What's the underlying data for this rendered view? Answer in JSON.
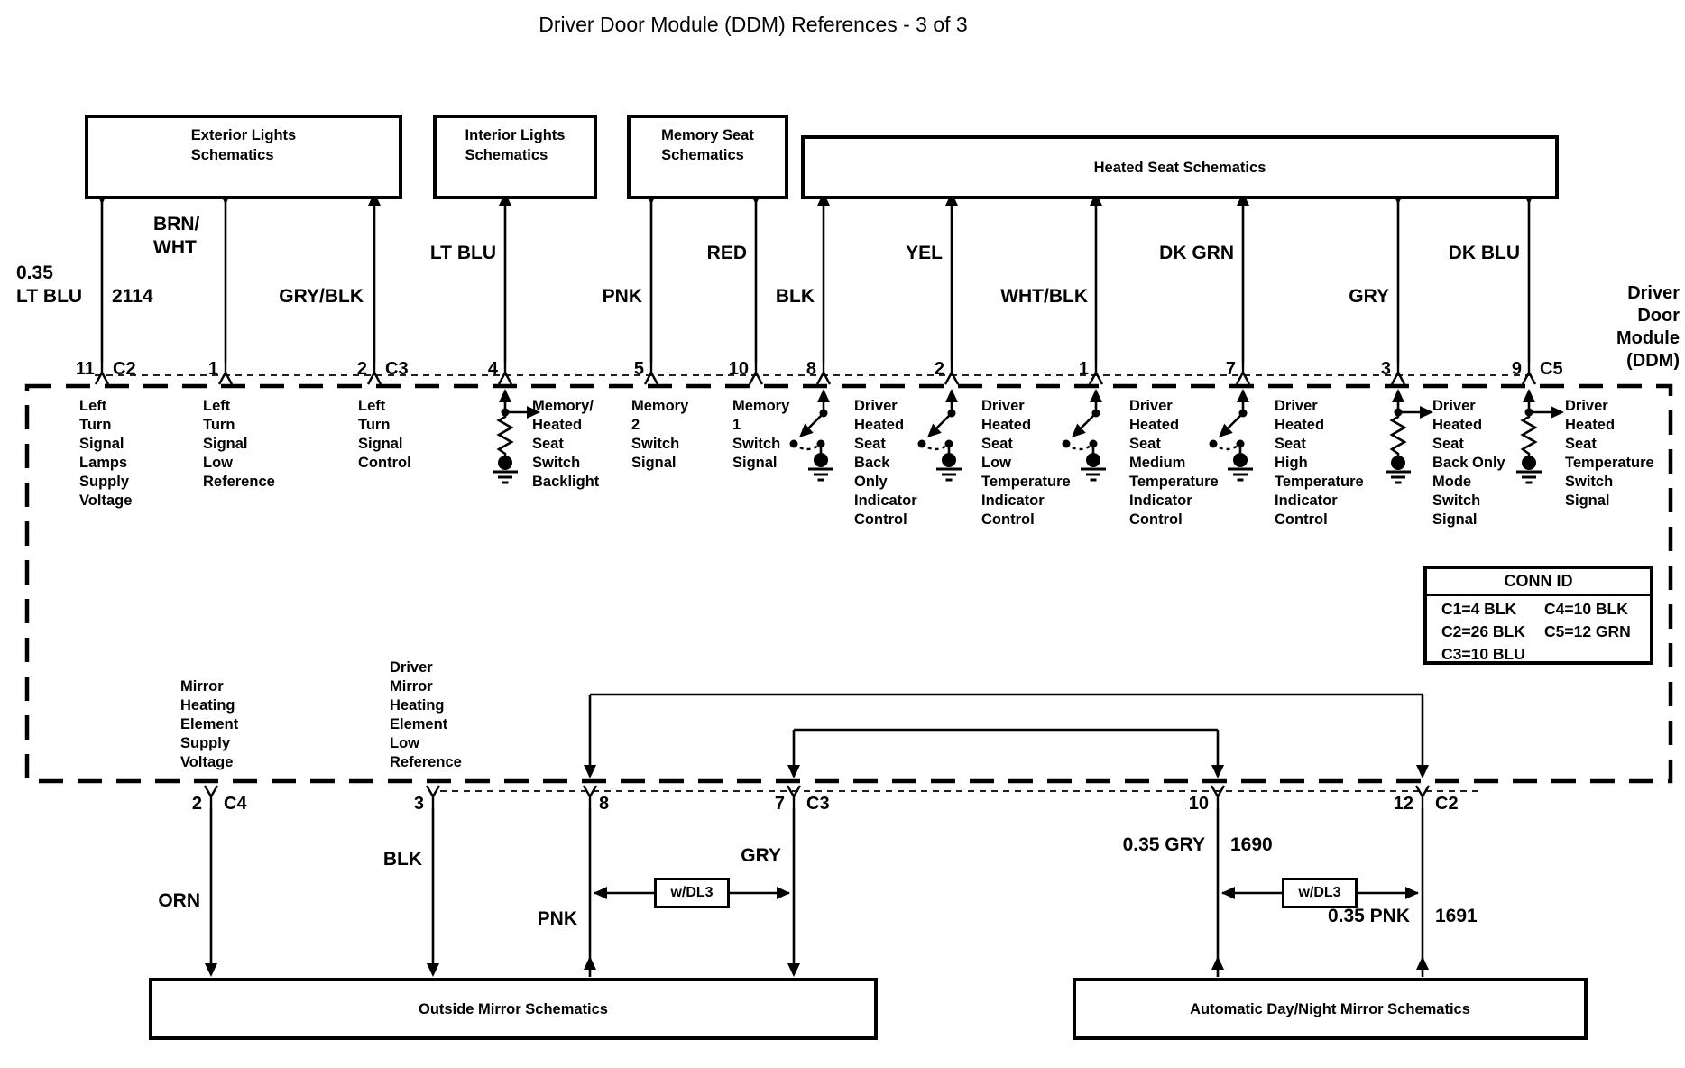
{
  "title": "Driver Door Module (DDM) References - 3 of 3",
  "module_label": "Driver\nDoor\nModule\n(DDM)",
  "colors": {
    "line": "#000000",
    "background": "#ffffff"
  },
  "boxes": {
    "exterior_lights": "Exterior Lights\nSchematics",
    "interior_lights": "Interior Lights\nSchematics",
    "memory_seat": "Memory Seat\nSchematics",
    "heated_seat": "Heated Seat Schematics",
    "outside_mirror": "Outside Mirror Schematics",
    "auto_mirror": "Automatic Day/Night Mirror Schematics"
  },
  "conn_id": {
    "title": "CONN ID",
    "col1": [
      "C1=4 BLK",
      "C2=26 BLK",
      "C3=10 BLU"
    ],
    "col2": [
      "C4=10 BLK",
      "C5=12 GRN"
    ]
  },
  "wdl3": "w/DL3",
  "top_wires": [
    {
      "pin": "11",
      "conn": "C2",
      "wire_color": "0.35\nLT BLU",
      "circuit": "2114",
      "arrow": "down",
      "symbol": "none",
      "to": "exterior_lights",
      "signal": "Left\nTurn\nSignal\nLamps\nSupply\nVoltage"
    },
    {
      "pin": "1",
      "conn": "",
      "wire_color": "BRN/\nWHT",
      "circuit": "",
      "arrow": "down",
      "symbol": "none",
      "to": "exterior_lights",
      "signal": "Left\nTurn\nSignal\nLow\nReference"
    },
    {
      "pin": "2",
      "conn": "C3",
      "wire_color": "GRY/BLK",
      "circuit": "",
      "arrow": "up",
      "symbol": "none",
      "to": "exterior_lights",
      "signal": "Left\nTurn\nSignal\nControl"
    },
    {
      "pin": "4",
      "conn": "",
      "wire_color": "LT BLU",
      "circuit": "",
      "arrow": "up",
      "symbol": "resistor",
      "to": "interior_lights",
      "signal": "Memory/\nHeated\nSeat\nSwitch\nBacklight"
    },
    {
      "pin": "5",
      "conn": "",
      "wire_color": "PNK",
      "circuit": "",
      "arrow": "down",
      "symbol": "none",
      "to": "memory_seat",
      "signal": "Memory\n2\nSwitch\nSignal"
    },
    {
      "pin": "10",
      "conn": "",
      "wire_color": "RED",
      "circuit": "",
      "arrow": "down",
      "symbol": "none",
      "to": "memory_seat",
      "signal": "Memory\n1\nSwitch\nSignal"
    },
    {
      "pin": "8",
      "conn": "",
      "wire_color": "BLK",
      "circuit": "",
      "arrow": "up",
      "symbol": "indicator",
      "to": "heated_seat",
      "signal": "Driver\nHeated\nSeat\nBack\nOnly\nIndicator\nControl"
    },
    {
      "pin": "2",
      "conn": "",
      "wire_color": "YEL",
      "circuit": "",
      "arrow": "up",
      "symbol": "indicator",
      "to": "heated_seat",
      "signal": "Driver\nHeated\nSeat\nLow\nTemperature\nIndicator\nControl"
    },
    {
      "pin": "1",
      "conn": "",
      "wire_color": "WHT/BLK",
      "circuit": "",
      "arrow": "up",
      "symbol": "indicator",
      "to": "heated_seat",
      "signal": "Driver\nHeated\nSeat\nMedium\nTemperature\nIndicator\nControl"
    },
    {
      "pin": "7",
      "conn": "",
      "wire_color": "DK GRN",
      "circuit": "",
      "arrow": "up",
      "symbol": "indicator",
      "to": "heated_seat",
      "signal": "Driver\nHeated\nSeat\nHigh\nTemperature\nIndicator\nControl"
    },
    {
      "pin": "3",
      "conn": "",
      "wire_color": "GRY",
      "circuit": "",
      "arrow": "down",
      "symbol": "resistor",
      "to": "heated_seat",
      "signal": "Driver\nHeated\nSeat\nBack Only\nMode\nSwitch\nSignal"
    },
    {
      "pin": "9",
      "conn": "C5",
      "wire_color": "DK BLU",
      "circuit": "",
      "arrow": "down",
      "symbol": "resistor",
      "to": "heated_seat",
      "signal": "Driver\nHeated\nSeat\nTemperature\nSwitch\nSignal"
    }
  ],
  "bottom_wires": [
    {
      "pin": "2",
      "conn": "C4",
      "wire_color": "ORN",
      "circuit": "",
      "arrow": "down",
      "to": "outside_mirror",
      "signal": "Mirror\nHeating\nElement\nSupply\nVoltage"
    },
    {
      "pin": "3",
      "conn": "",
      "wire_color": "BLK",
      "circuit": "",
      "arrow": "down",
      "to": "outside_mirror",
      "signal": "Driver\nMirror\nHeating\nElement\nLow\nReference"
    },
    {
      "pin": "8",
      "conn": "",
      "wire_color": "PNK",
      "circuit": "",
      "arrow": "up",
      "to": "outside_mirror",
      "signal": ""
    },
    {
      "pin": "7",
      "conn": "C3",
      "wire_color": "GRY",
      "circuit": "",
      "arrow": "down",
      "to": "outside_mirror",
      "signal": ""
    },
    {
      "pin": "10",
      "conn": "",
      "wire_color": "0.35 GRY",
      "circuit": "1690",
      "arrow": "up",
      "to": "auto_mirror",
      "signal": ""
    },
    {
      "pin": "12",
      "conn": "C2",
      "wire_color": "0.35 PNK",
      "circuit": "1691",
      "arrow": "up",
      "to": "auto_mirror",
      "signal": ""
    }
  ]
}
